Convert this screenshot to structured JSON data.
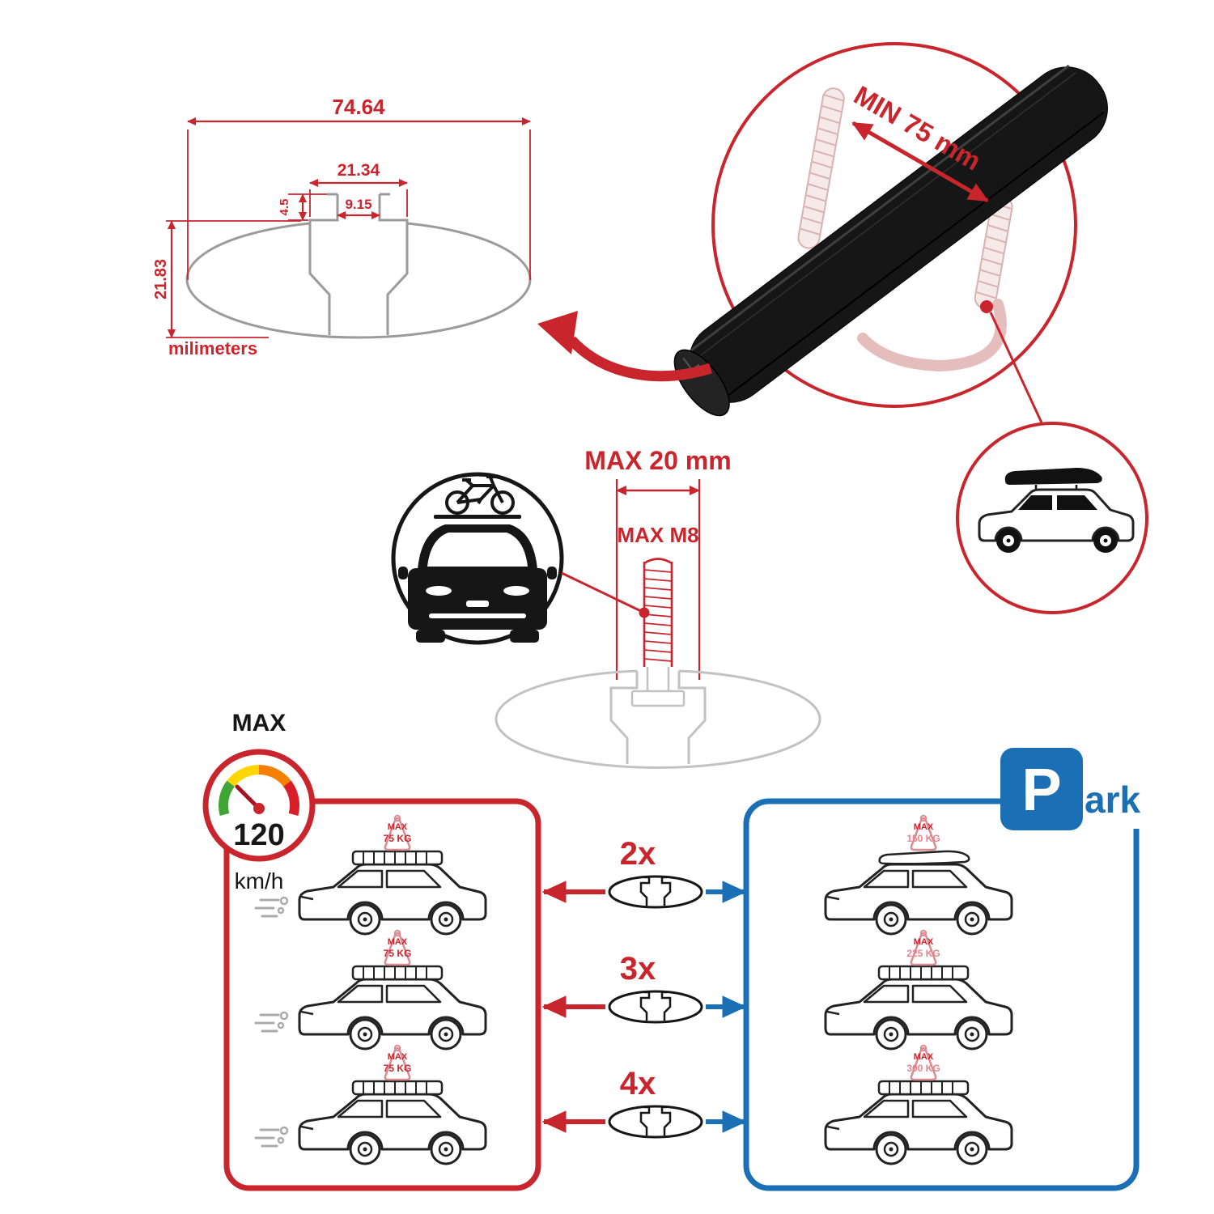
{
  "colors": {
    "accent_red": "#c9252c",
    "park_blue": "#1a6fb5",
    "ink": "#161616",
    "ghost_pink": "#d9b2b2",
    "ghost_gray": "#c2c2c2"
  },
  "tech_drawing": {
    "dim_total_width": "74.64",
    "dim_channel_width": "21.34",
    "dim_slot_width": "9.15",
    "dim_step_depth": "4.5",
    "dim_total_height": "21.83",
    "units_label": "milimeters"
  },
  "bar_detail": {
    "min_span_label": "MIN 75 mm"
  },
  "bolt_diagram": {
    "max_width_label": "MAX 20 mm",
    "max_thread_label": "MAX M8"
  },
  "speedometer": {
    "title": "MAX",
    "value": "120",
    "units": "km/h"
  },
  "multipliers": [
    "2x",
    "3x",
    "4x"
  ],
  "driving_cars": [
    {
      "tag_line1": "MAX",
      "tag_line2": "75 KG"
    },
    {
      "tag_line1": "MAX",
      "tag_line2": "75 KG"
    },
    {
      "tag_line1": "MAX",
      "tag_line2": "75 KG"
    }
  ],
  "parked_cars": [
    {
      "tag_line1": "MAX",
      "tag_line2": "150 KG"
    },
    {
      "tag_line1": "MAX",
      "tag_line2": "225 KG"
    },
    {
      "tag_line1": "MAX",
      "tag_line2": "300 KG"
    }
  ],
  "park_sign": {
    "letter": "P",
    "suffix": "ark"
  }
}
